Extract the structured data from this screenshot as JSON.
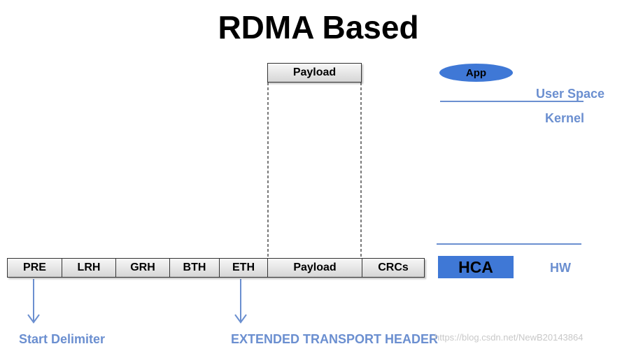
{
  "title": "RDMA Based",
  "top_payload": "Payload",
  "packet_fields": [
    "PRE",
    "LRH",
    "GRH",
    "BTH",
    "ETH",
    "Payload",
    "CRCs"
  ],
  "app_label": "App",
  "user_space_label": "User Space",
  "kernel_label": "Kernel",
  "hca_label": "HCA",
  "hw_label": "HW",
  "start_delimiter_label": "Start Delimiter",
  "extended_transport_label": "EXTENDED TRANSPORT HEADER",
  "watermark": "https://blog.csdn.net/NewB20143864",
  "colors": {
    "accent_blue": "#3f78d6",
    "label_blue": "#6b8fd0"
  }
}
